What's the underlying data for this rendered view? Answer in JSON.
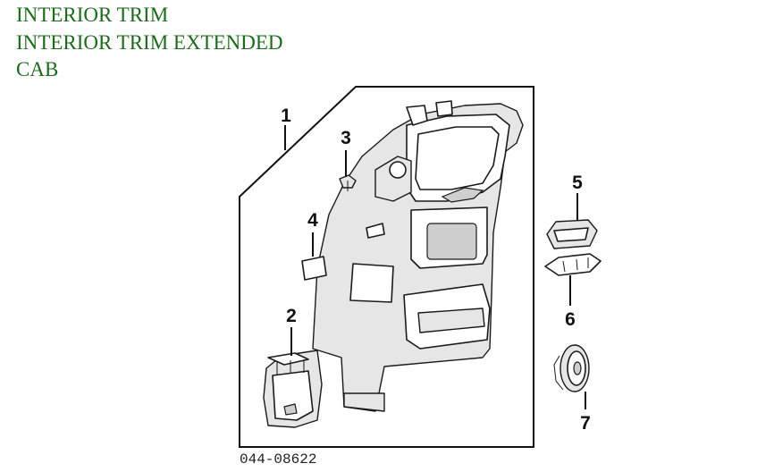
{
  "header": {
    "lines": [
      "INTERIOR TRIM",
      "INTERIOR TRIM EXTENDED",
      "CAB"
    ]
  },
  "diagram": {
    "reference_code": "044-08622",
    "callouts": [
      "1",
      "2",
      "3",
      "4",
      "5",
      "6",
      "7"
    ]
  },
  "colors": {
    "title": "#1c6a1c",
    "line": "#111111"
  }
}
